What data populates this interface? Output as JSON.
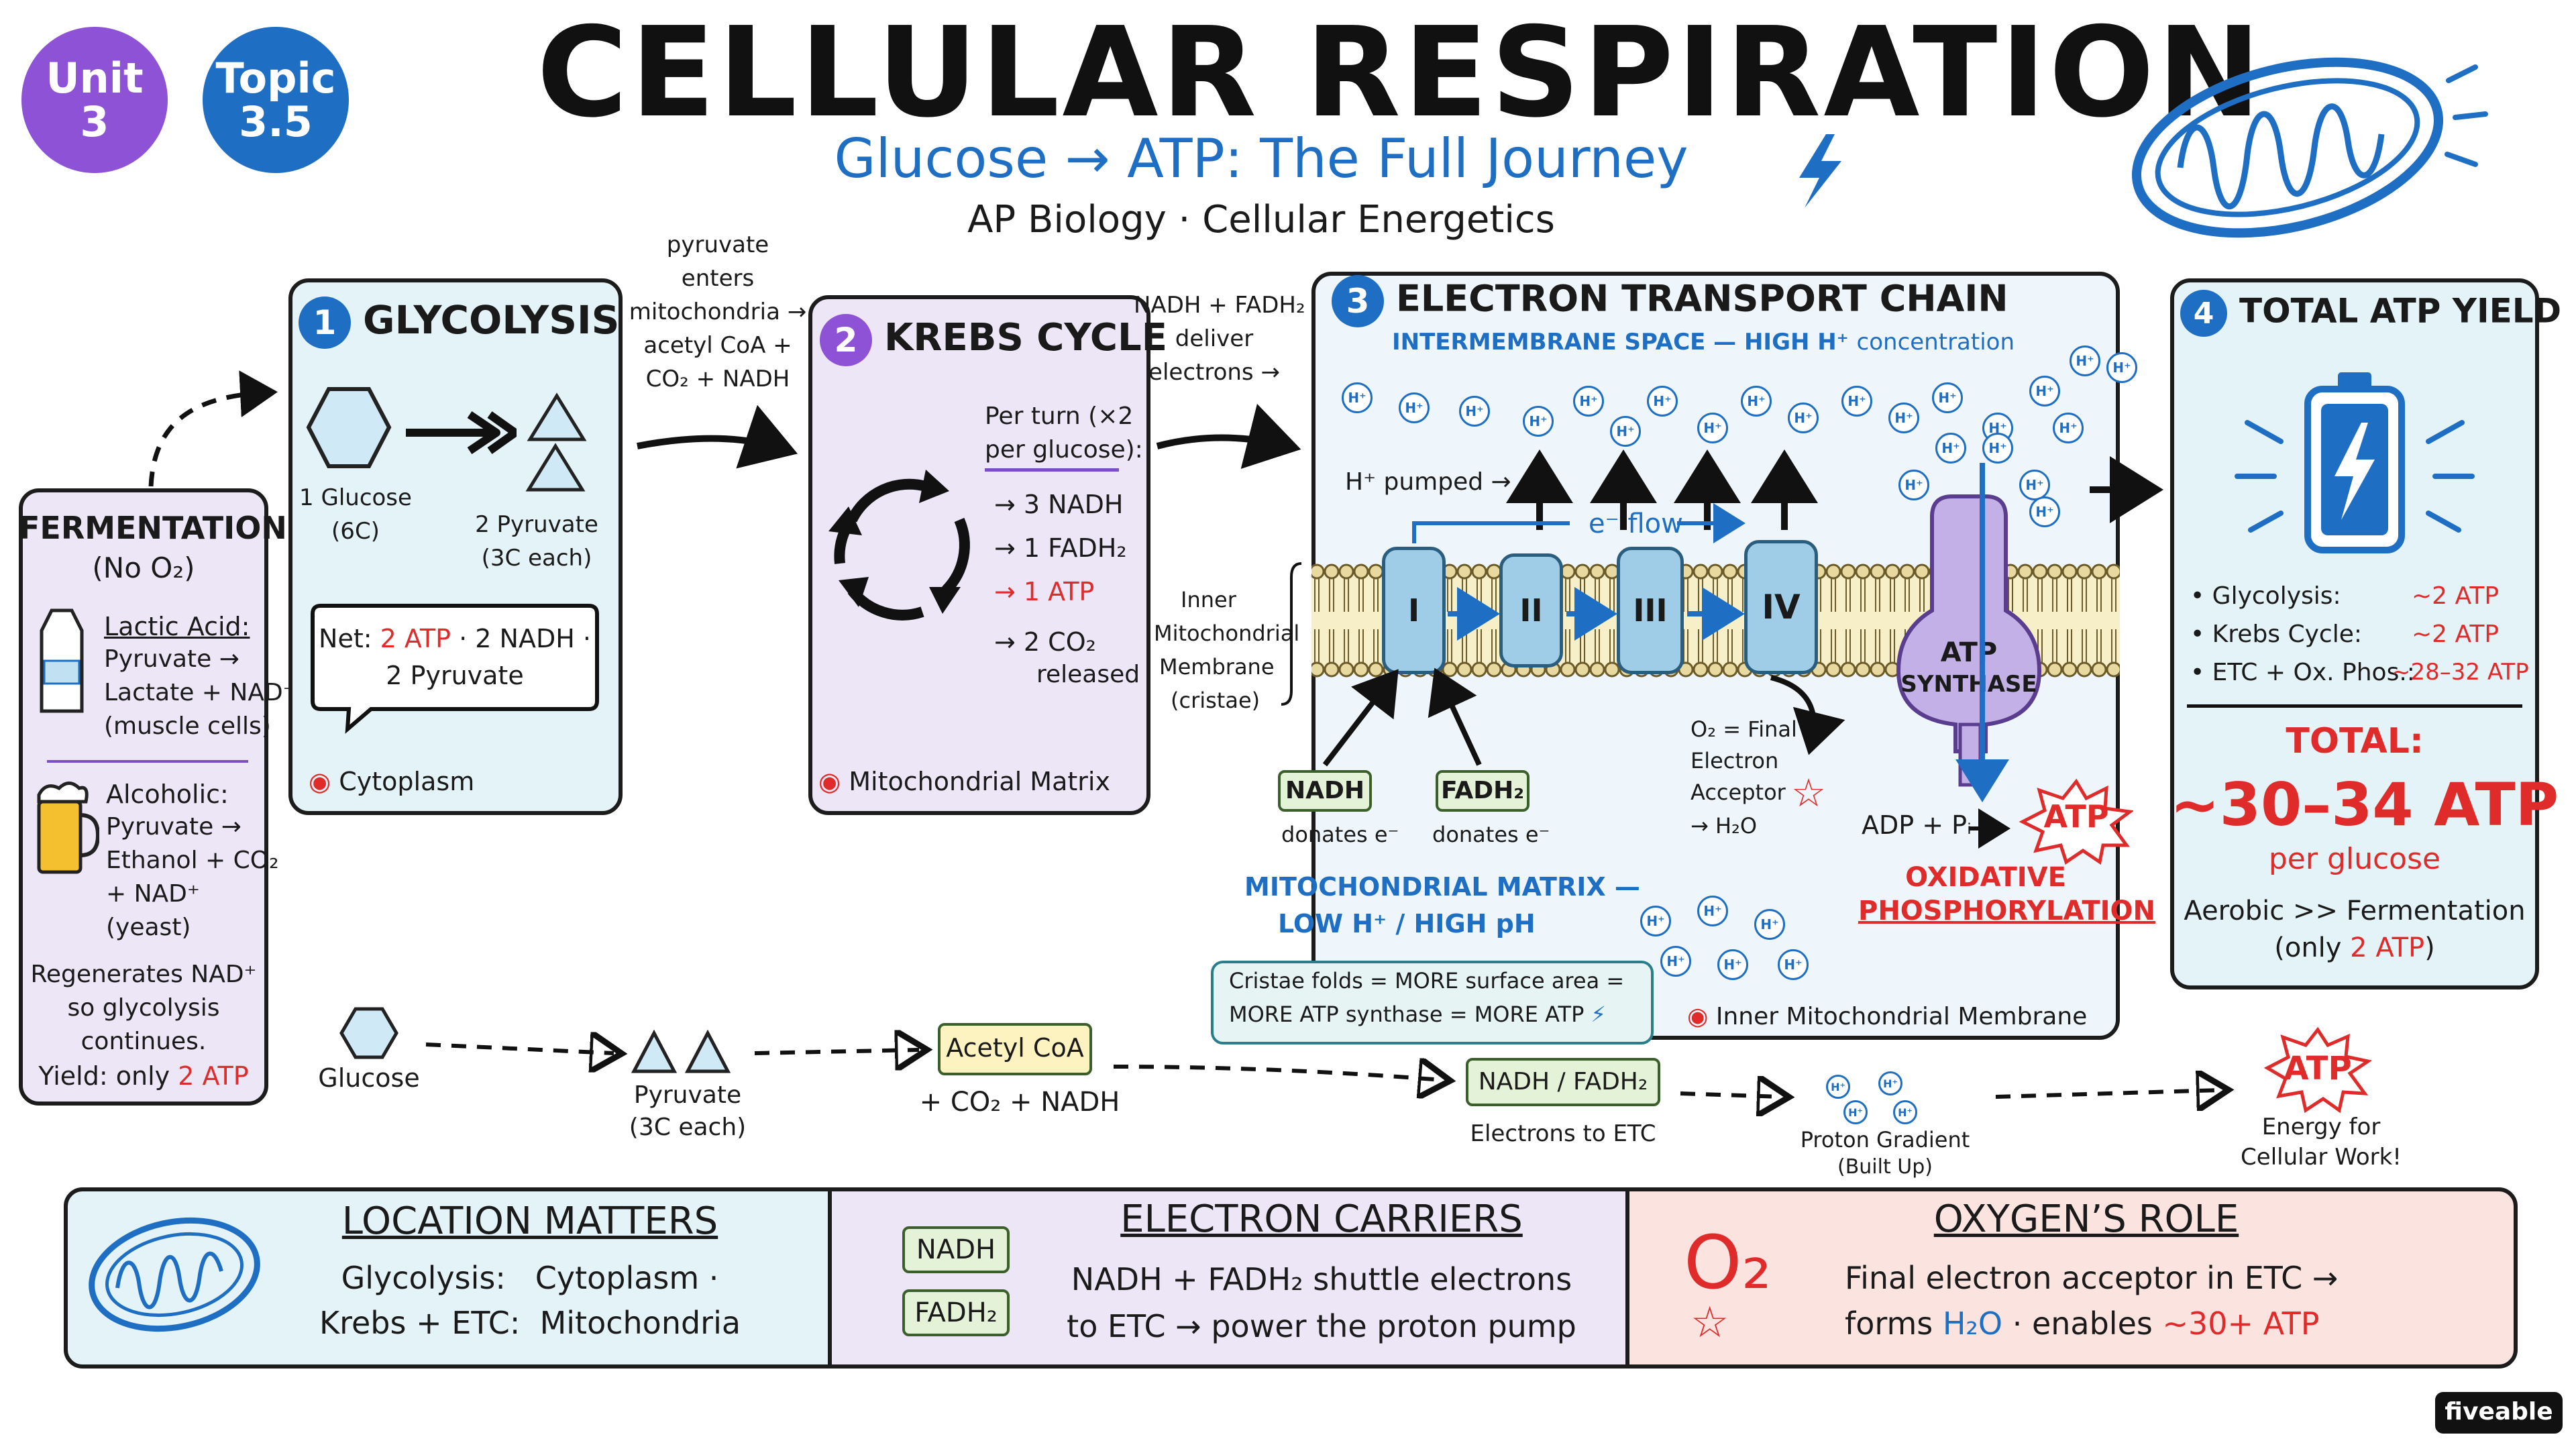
{
  "header": {
    "unit_label": "Unit",
    "unit_num": "3",
    "topic_label": "Topic",
    "topic_num": "3.5",
    "title": "CELLULAR RESPIRATION",
    "subtitle": "Glucose → ATP: The Full Journey",
    "course": "AP Biology · Cellular Energetics"
  },
  "fermentation": {
    "title": "FERMENTATION",
    "subtitle": "(No O₂)",
    "lactic_title": "Lactic Acid:",
    "lactic_l1": "Pyruvate →",
    "lactic_l2": "Lactate + NAD⁺",
    "lactic_l3": "(muscle cells)",
    "alc_title": "Alcoholic:",
    "alc_l1": "Pyruvate →",
    "alc_l2": "Ethanol + CO₂",
    "alc_l3": "+ NAD⁺",
    "alc_l4": "(yeast)",
    "regen_l1": "Regenerates NAD⁺",
    "regen_l2": "so glycolysis",
    "regen_l3": "continues.",
    "yield_pre": "Yield: only ",
    "yield_val": "2 ATP"
  },
  "glycolysis": {
    "num": "1",
    "title": "GLYCOLYSIS",
    "glucose_l1": "1 Glucose",
    "glucose_l2": "(6C)",
    "pyruvate_l1": "2 Pyruvate",
    "pyruvate_l2": "(3C each)",
    "net_pre": "Net: ",
    "net_atp": "2 ATP",
    "net_mid": " · 2 NADH ·",
    "net_l2": "2 Pyruvate",
    "location": "Cytoplasm"
  },
  "transition1": {
    "l1": "pyruvate",
    "l2": "enters",
    "l3": "mitochondria →",
    "l4": "acetyl CoA +",
    "l5": "CO₂ + NADH"
  },
  "krebs": {
    "num": "2",
    "title": "KREBS CYCLE",
    "per_l1": "Per turn (×2",
    "per_l2": "per glucose):",
    "o1": "→ 3 NADH",
    "o2": "→ 1 FADH₂",
    "o3": "→ 1 ATP",
    "o4": "→ 2 CO₂",
    "o4b": "released",
    "location": "Mitochondrial Matrix"
  },
  "transition2": {
    "l1": "NADH + FADH₂",
    "l2": "deliver",
    "l3": "electrons →"
  },
  "etc": {
    "num": "3",
    "title": "ELECTRON TRANSPORT CHAIN",
    "ims_label": "INTERMEMBRANE SPACE — HIGH H⁺",
    "ims_conc": "concentration",
    "h_pumped": "H⁺ pumped →",
    "e_flow": "e⁻ flow",
    "complexes": [
      "I",
      "II",
      "III",
      "IV"
    ],
    "membrane_l1": "Inner",
    "membrane_l2": "Mitochondrial",
    "membrane_l3": "Membrane",
    "membrane_l4": "(cristae)",
    "atp_synthase_l1": "ATP",
    "atp_synthase_l2": "SYNTHASE",
    "nadh": "NADH",
    "nadh_sub": "donates e⁻",
    "fadh2": "FADH₂",
    "fadh2_sub": "donates e⁻",
    "o2_l1": "O₂ = Final",
    "o2_l2": "Electron",
    "o2_l3": "Acceptor",
    "o2_l4": "→ H₂O",
    "adp": "ADP + Pᵢ →",
    "atp": "ATP",
    "oxphos_l1": "OXIDATIVE",
    "oxphos_l2": "PHOSPHORYLATION",
    "matrix_l1": "MITOCHONDRIAL MATRIX —",
    "matrix_l2": "LOW H⁺ / HIGH pH",
    "cristae_l1": "Cristae folds = MORE surface area =",
    "cristae_l2": "MORE ATP synthase = MORE ATP",
    "location": "Inner Mitochondrial Membrane",
    "h_ion": "H⁺"
  },
  "total": {
    "num": "4",
    "title": "TOTAL ATP YIELD",
    "r1_label": "• Glycolysis:",
    "r1_val": "~2 ATP",
    "r2_label": "• Krebs Cycle:",
    "r2_val": "~2 ATP",
    "r3_label": "• ETC + Ox. Phos.:",
    "r3_val": "~28–32 ATP",
    "total_label": "TOTAL:",
    "total_val": "~30–34 ATP",
    "per_glucose": "per glucose",
    "aerobic": "Aerobic >> Fermentation",
    "only_pre": "(only ",
    "only_val": "2 ATP",
    "only_post": ")"
  },
  "flow": {
    "glucose": "Glucose",
    "pyruvate_l1": "Pyruvate",
    "pyruvate_l2": "(3C each)",
    "acetyl": "Acetyl CoA",
    "acetyl_sub": "+ CO₂ + NADH",
    "nadh_fadh": "NADH / FADH₂",
    "nadh_sub": "Electrons to ETC",
    "gradient_l1": "Proton Gradient",
    "gradient_l2": "(Built Up)",
    "atp": "ATP",
    "energy_l1": "Energy for",
    "energy_l2": "Cellular Work!"
  },
  "bottom": {
    "loc_title": "LOCATION MATTERS",
    "loc_l1": "Glycolysis:   Cytoplasm ·",
    "loc_l2": "Krebs + ETC:  Mitochondria",
    "carriers_title": "ELECTRON CARRIERS",
    "chip1": "NADH",
    "chip2": "FADH₂",
    "carriers_l1": "NADH + FADH₂ shuttle electrons",
    "carriers_l2": "to ETC → power the proton pump",
    "oxygen_title": "OXYGEN’S ROLE",
    "o2_symbol": "O₂",
    "oxygen_l1": "Final electron acceptor in ETC →",
    "oxygen_l2_pre": "forms ",
    "oxygen_l2_h2o": "H₂O",
    "oxygen_l2_mid": " · enables ",
    "oxygen_l2_atp": "~30+ ATP"
  },
  "brand": "fiveable",
  "colors": {
    "purple": "#8e52d6",
    "blue": "#1e6fc4",
    "red": "#e02b2b",
    "panel_blue": "#e4f3f8",
    "panel_purple": "#ece6f6",
    "panel_red": "#fbe3e0"
  },
  "icons": [
    "milk-carton-icon",
    "beer-mug-icon",
    "location-pin-icon",
    "lightning-icon",
    "battery-icon",
    "mitochondrion-icon",
    "star-icon"
  ]
}
